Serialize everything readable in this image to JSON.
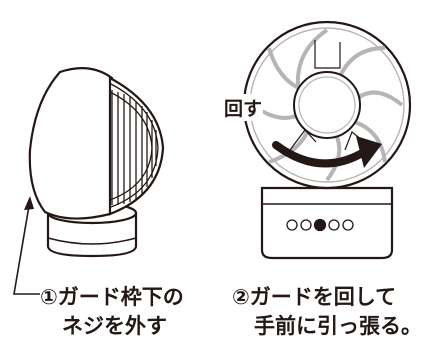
{
  "step1": {
    "line1": "①ガード枠下の",
    "line2": "ネジを外す"
  },
  "step2": {
    "line1": "②ガードを回して",
    "line2": "手前に引っ張る。"
  },
  "rotate_label": "回す",
  "colors": {
    "line": "#231815",
    "guard": "#b5b5b6",
    "arrow": "#231815"
  }
}
